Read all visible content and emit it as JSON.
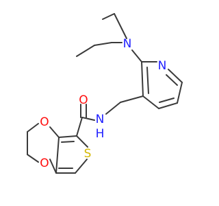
{
  "molecule": {
    "atoms": {
      "amide_oxygen": {
        "text": "O",
        "color": "#ff0d0d"
      },
      "amide_nitrogen": {
        "text": "N",
        "color": "#2020ff"
      },
      "amide_hydrogen": {
        "text": "H",
        "color": "#2020ff"
      },
      "amine_nitrogen": {
        "text": "N",
        "color": "#2020ff"
      },
      "pyridine_nitrogen": {
        "text": "N",
        "color": "#2020ff"
      },
      "dioxane_oxygen_top": {
        "text": "O",
        "color": "#ff0d0d"
      },
      "dioxane_oxygen_bottom": {
        "text": "O",
        "color": "#ff0d0d"
      },
      "thiophene_sulfur": {
        "text": "S",
        "color": "#d4b800"
      }
    },
    "bond_color": "#3a3a3a"
  }
}
